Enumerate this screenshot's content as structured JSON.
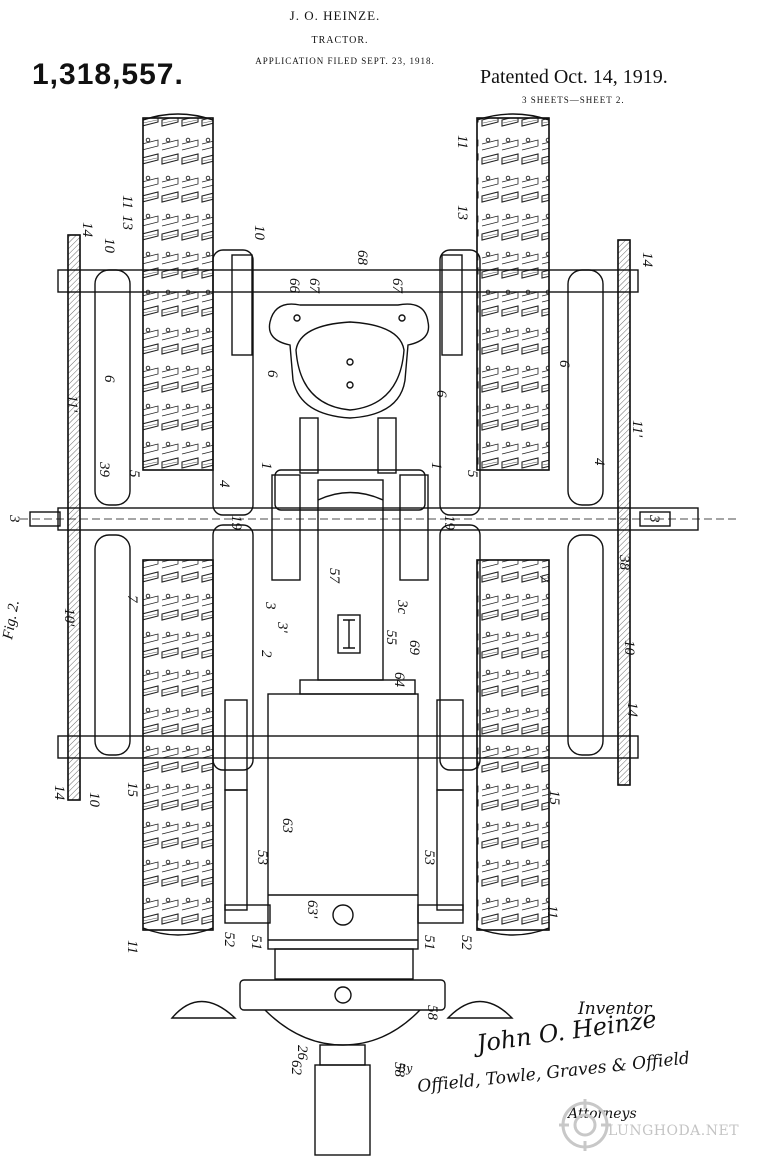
{
  "header": {
    "inventor": "J. O. HEINZE.",
    "title": "TRACTOR.",
    "filed": "APPLICATION FILED SEPT. 23, 1918.",
    "patent_number": "1,318,557.",
    "patented": "Patented Oct. 14, 1919.",
    "sheets": "3 SHEETS—SHEET 2."
  },
  "figure": {
    "label": "Fig. 2."
  },
  "labels": {
    "l11_tl": "11",
    "l11_tr": "11",
    "l13_tl": "13",
    "l13_tr": "13",
    "l10_tl": "10",
    "l10_tc": "10",
    "l14_tl": "14",
    "l14_tr": "14",
    "l66": "66",
    "l67a": "67",
    "l68": "68",
    "l67b": "67",
    "l11p_l": "11'",
    "l11p_r": "11'",
    "l6_l": "6",
    "l6_c": "6",
    "l6_cr": "6",
    "l6_r": "6",
    "l39": "39",
    "l5_l": "5",
    "l4_l": "4",
    "l1_l": "1",
    "l1_r": "1",
    "l5_r": "5",
    "l4_r": "4",
    "l3_l": "3",
    "l3_r": "3",
    "l19_l": "19",
    "l19_r": "19",
    "l38": "38",
    "l3_c": "3",
    "l3p": "3'",
    "l2": "2",
    "l57": "57",
    "l55": "55",
    "l3c": "3c",
    "l69": "69",
    "l64": "64",
    "l7_l": "7",
    "l7_r": "7",
    "l10p": "10'",
    "l10_r": "10",
    "l14_bl": "14",
    "l14_br": "14",
    "l10_bl": "10",
    "l15_l": "15",
    "l15_r": "15",
    "l63": "63",
    "l53_l": "53",
    "l53_r": "53",
    "l11_bl": "11",
    "l11_br": "11",
    "l52_l": "52",
    "l51_l": "51",
    "l63p": "63'",
    "l51_r": "51",
    "l52_r": "52",
    "l58": "58",
    "l62": "62",
    "l26": "26",
    "l58b": "58"
  },
  "signature": {
    "role": "Inventor",
    "name": "John O. Heinze",
    "attorneys": "Offield, Towle, Graves & Offield",
    "suffix": "Attorneys",
    "by": "By"
  },
  "watermark": {
    "text": "LUNGHODA.NET"
  }
}
